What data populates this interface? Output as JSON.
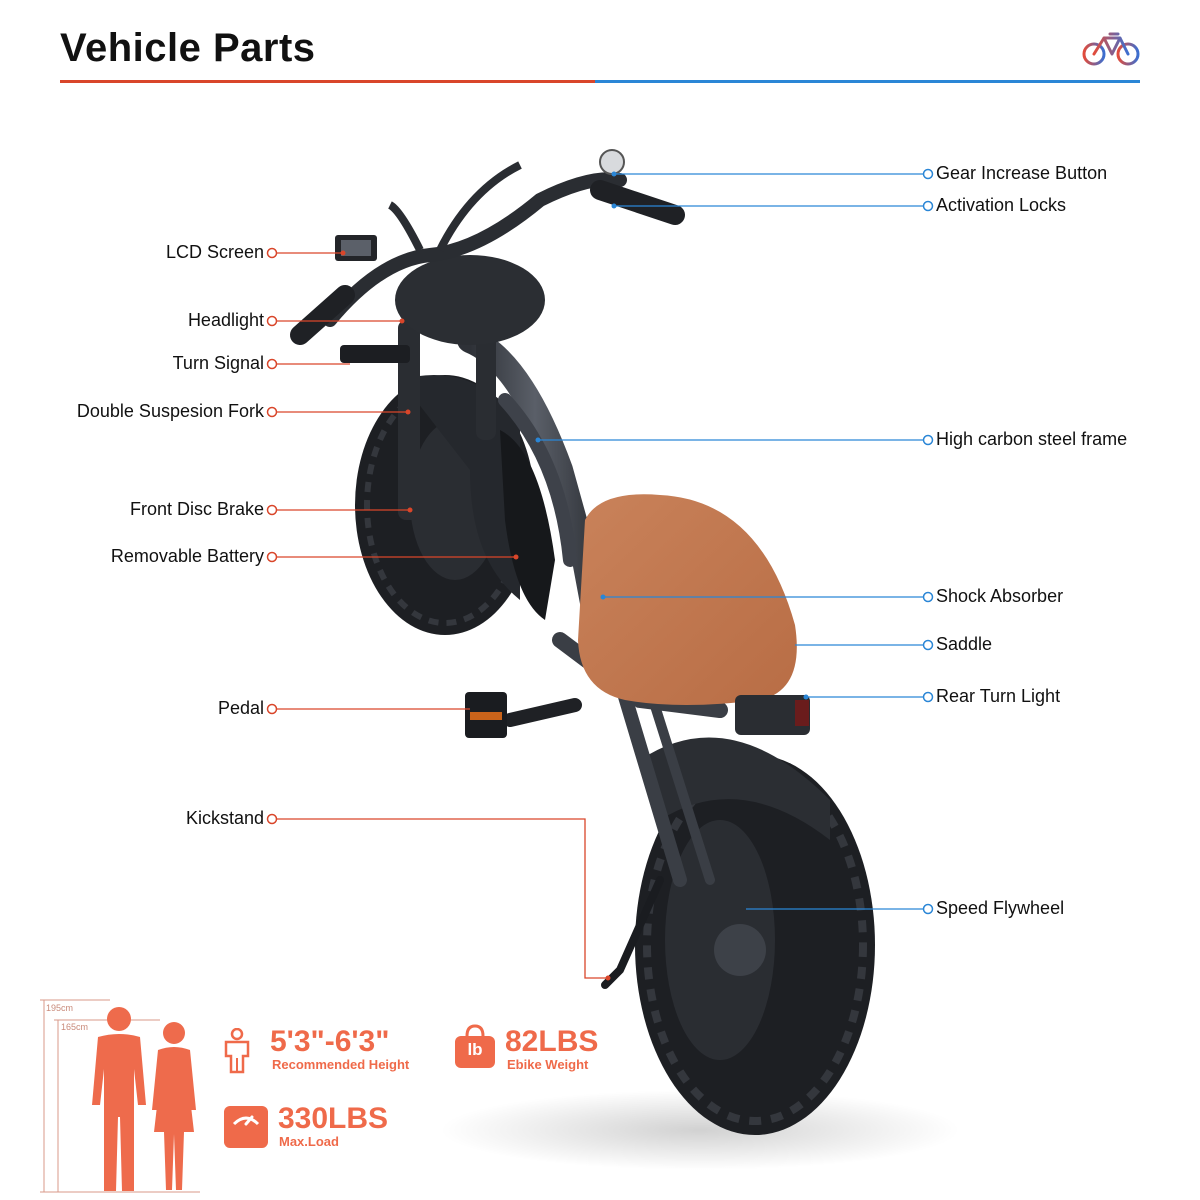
{
  "header": {
    "title": "Vehicle Parts"
  },
  "colors": {
    "left_accent": "#d9462a",
    "right_accent": "#2a86d6",
    "stat": "#ef6a4a",
    "seat": "#c47a52",
    "tire": "#202226",
    "frame": "#3a3e45"
  },
  "labels_left": [
    {
      "key": "lcd_screen",
      "text": "LCD Screen"
    },
    {
      "key": "headlight",
      "text": "Headlight"
    },
    {
      "key": "turn_signal",
      "text": "Turn Signal"
    },
    {
      "key": "suspension_fork",
      "text": "Double Suspesion Fork"
    },
    {
      "key": "front_disc_brake",
      "text": "Front Disc Brake"
    },
    {
      "key": "removable_battery",
      "text": "Removable Battery"
    },
    {
      "key": "pedal",
      "text": "Pedal"
    },
    {
      "key": "kickstand",
      "text": "Kickstand"
    }
  ],
  "labels_right": [
    {
      "key": "gear_increase",
      "text": "Gear Increase Button"
    },
    {
      "key": "activation_locks",
      "text": "Activation Locks"
    },
    {
      "key": "frame",
      "text": "High carbon steel frame"
    },
    {
      "key": "shock_absorber",
      "text": "Shock Absorber"
    },
    {
      "key": "saddle",
      "text": "Saddle"
    },
    {
      "key": "rear_turn_light",
      "text": "Rear Turn Light"
    },
    {
      "key": "speed_flywheel",
      "text": "Speed Flywheel"
    }
  ],
  "stats": {
    "height": {
      "value": "5'3\"-6'3\"",
      "caption": "Recommended Height"
    },
    "weight": {
      "value": "82LBS",
      "caption": "Ebike Weight",
      "icon_glyph": "lb"
    },
    "load": {
      "value": "330LBS",
      "caption": "Max.Load"
    }
  },
  "ruler": {
    "top": "195cm",
    "mid": "165cm"
  }
}
